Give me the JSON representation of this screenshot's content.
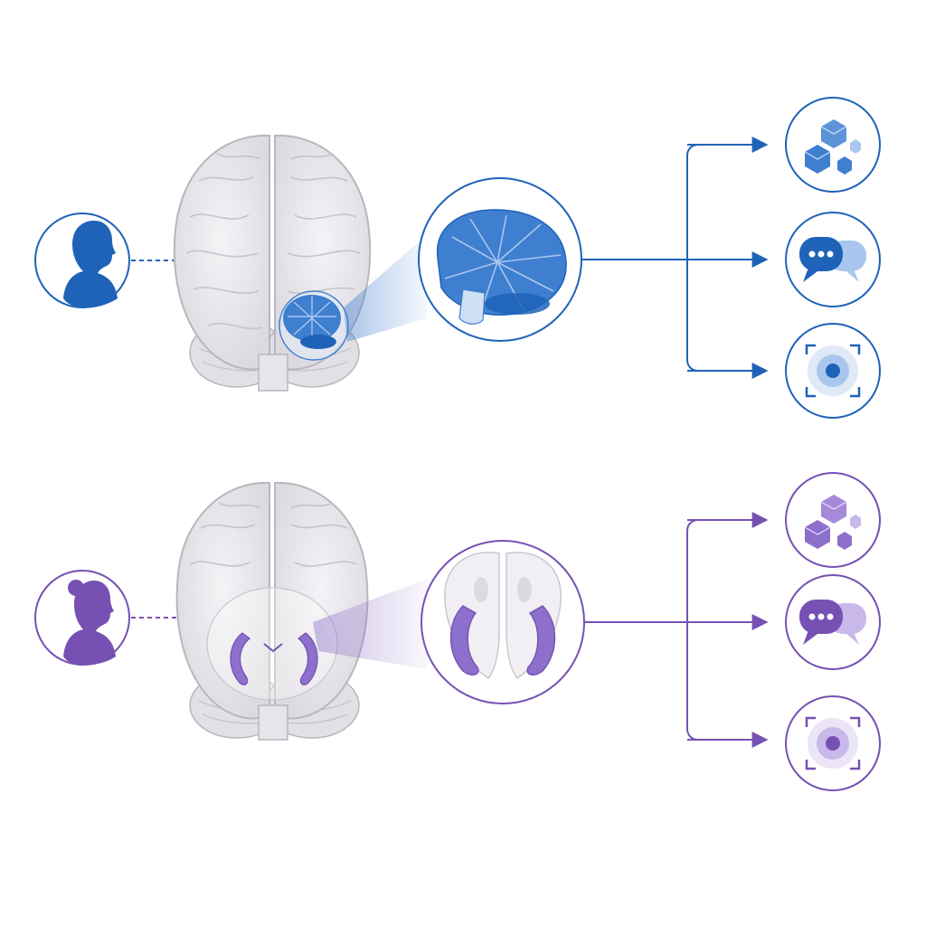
{
  "colors": {
    "blue": "#1f63b8",
    "blue_fill": "#3f7fd0",
    "blue_light": "#a9c6ee",
    "purple": "#7651b3",
    "purple_fill": "#8d6fcc",
    "purple_light": "#c9b8ea",
    "brain": "#ecebee",
    "brain_line": "#b9b6bd",
    "background": "#ffffff"
  },
  "rows": [
    {
      "id": "row-male",
      "person_icon": "male-head-silhouette-icon",
      "brain_region": "cerebellum",
      "accent": "blue",
      "outputs": [
        "blocks-icon",
        "chat-bubbles-icon",
        "focus-target-icon"
      ]
    },
    {
      "id": "row-female",
      "person_icon": "female-head-silhouette-icon",
      "brain_region": "hippocampus",
      "accent": "purple",
      "outputs": [
        "blocks-icon",
        "chat-bubbles-icon",
        "focus-target-icon"
      ]
    }
  ]
}
